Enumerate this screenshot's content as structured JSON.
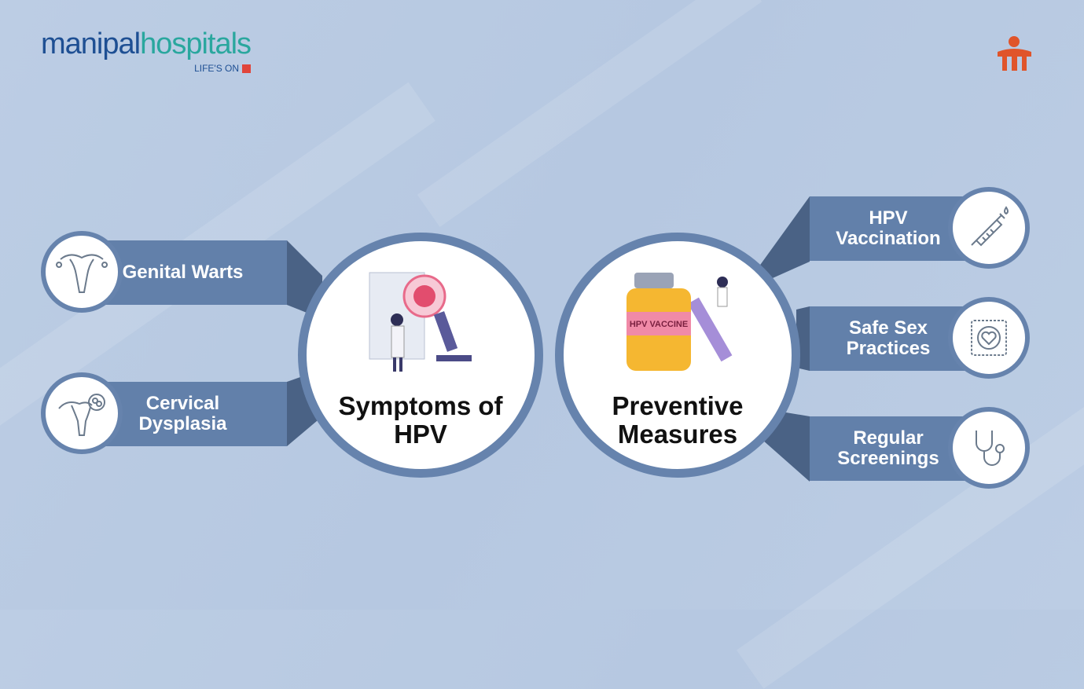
{
  "brand": {
    "name_part1": "manipal",
    "name_part2": "hospitals",
    "tagline": "LIFE'S ON"
  },
  "colors": {
    "background": "#b9cbe3",
    "bar": "#6280aa",
    "bar_fold": "#4a6285",
    "ring": "#6683ad",
    "logo_blue": "#1e4f93",
    "logo_teal": "#2aa79e",
    "accent_orange": "#e0542a"
  },
  "symptoms": {
    "title_line1": "Symptoms of",
    "title_line2": "HPV",
    "items": [
      {
        "label": "Genital Warts",
        "icon": "uterus-icon"
      },
      {
        "label_line1": "Cervical",
        "label_line2": "Dysplasia",
        "icon": "uterus-lesion-icon"
      }
    ]
  },
  "prevention": {
    "title_line1": "Preventive",
    "title_line2": "Measures",
    "vaccine_label": "HPV VACCINE",
    "items": [
      {
        "label_line1": "HPV",
        "label_line2": "Vaccination",
        "icon": "syringe-icon"
      },
      {
        "label_line1": "Safe Sex",
        "label_line2": "Practices",
        "icon": "condom-icon"
      },
      {
        "label_line1": "Regular",
        "label_line2": "Screenings",
        "icon": "stethoscope-icon"
      }
    ]
  }
}
